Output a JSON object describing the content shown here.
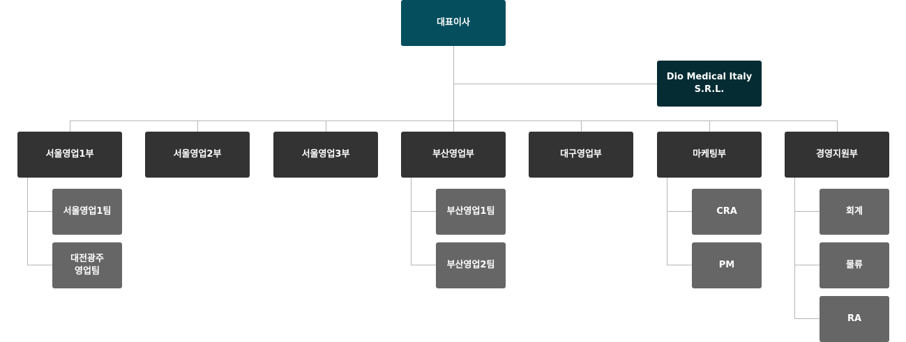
{
  "ceo": {
    "label": "대표이사"
  },
  "subsidiary": {
    "label": "Dio Medical Italy\nS.R.L."
  },
  "departments": [
    {
      "label": "서울영업1부",
      "teams": [
        "서울영업1팀",
        "대전광주\n영업팀"
      ]
    },
    {
      "label": "서울영업2부",
      "teams": []
    },
    {
      "label": "서울영업3부",
      "teams": []
    },
    {
      "label": "부산영업부",
      "teams": [
        "부산영업1팀",
        "부산영업2팀"
      ]
    },
    {
      "label": "대구영업부",
      "teams": []
    },
    {
      "label": "마케팅부",
      "teams": [
        "CRA",
        "PM"
      ]
    },
    {
      "label": "경영지원부",
      "teams": [
        "회계",
        "물류",
        "RA"
      ]
    }
  ],
  "colors": {
    "ceo": "#054e5e",
    "subsidiary": "#052c33",
    "department": "#333333",
    "team": "#666666",
    "connector": "#b5b5b5"
  }
}
